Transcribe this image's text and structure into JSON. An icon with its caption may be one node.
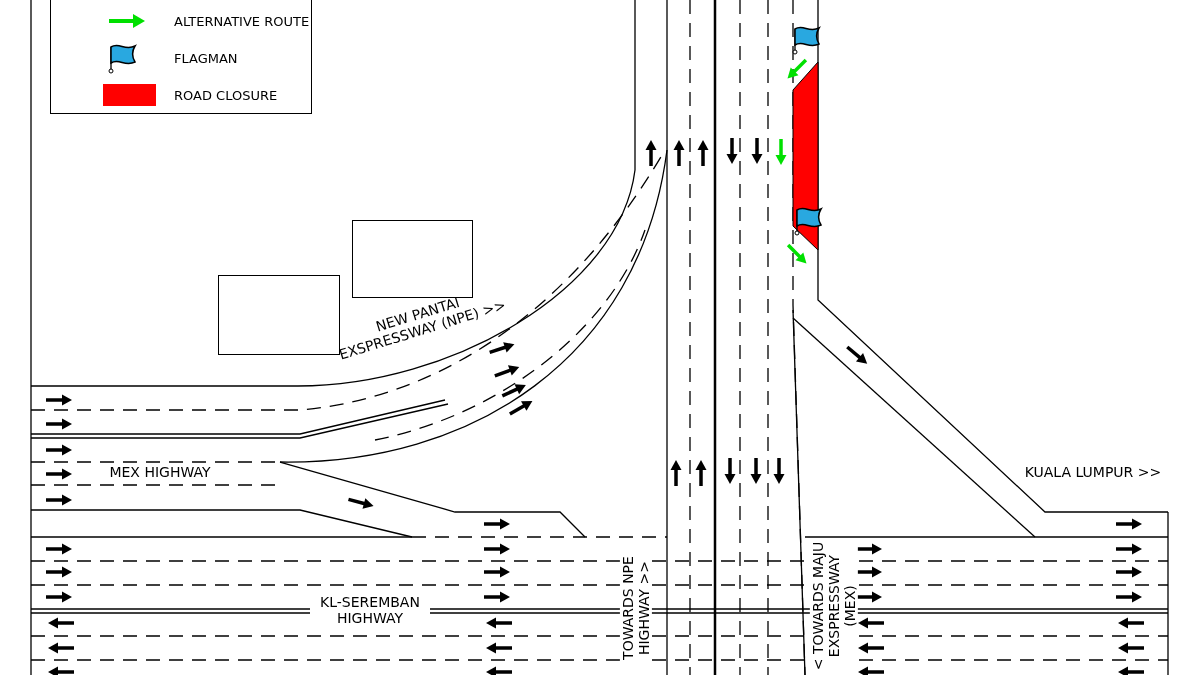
{
  "diagram": {
    "nodes": [
      {
        "text": [],
        "shape": "box"
      },
      {
        "text": [],
        "shape": "box"
      }
    ],
    "labels": [
      "NEW PANTAI EXSPRESSWAY (NPE) >>",
      "MEX HIGHWAY",
      "KUALA LUMPUR >>",
      "KL-SEREMBAN HIGHWAY",
      "TOWARDS NPE HIGHWAY >>",
      "< TOWARDS MAJU EXSPRESSWAY (MEX)"
    ],
    "legend": [
      {
        "text": "ALTERNATIVE ROUTE"
      },
      {
        "text": "FLAGMAN"
      },
      {
        "text": "ROAD CLOSURE",
        "color": "#ff0000"
      }
    ]
  }
}
